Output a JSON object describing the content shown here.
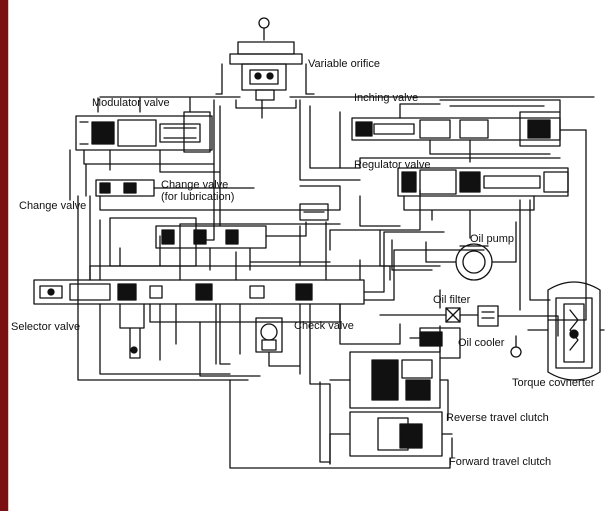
{
  "labels": {
    "variable_orifice": "Variable orifice",
    "modulator_valve": "Modulator valve",
    "inching_valve": "Inching valve",
    "regulator_valve": "Regulator valve",
    "change_valve_lub_1": "Change valve",
    "change_valve_lub_2": "(for lubrication)",
    "change_valve": "Change valve",
    "oil_pump": "Oil pump",
    "oil_filter": "Oil filter",
    "oil_cooler": "Oil cooler",
    "selector_valve": "Selector valve",
    "check_valve": "Check valve",
    "torque_converter": "Torque covnerter",
    "reverse_clutch": "Reverse travel clutch",
    "forward_clutch": "Forward travel clutch"
  },
  "colors": {
    "frame": "#7a1010",
    "ink": "#111111"
  }
}
